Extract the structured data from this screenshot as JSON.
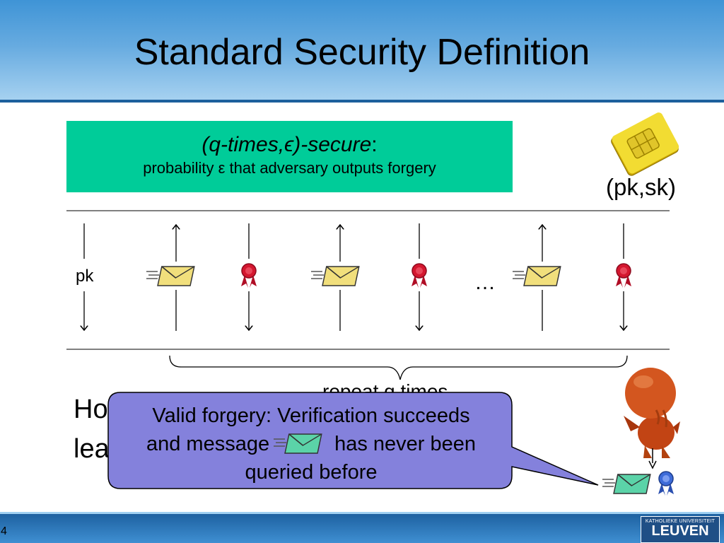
{
  "slide": {
    "title": "Standard Security Definition",
    "page_number": "4"
  },
  "definition_box": {
    "heading_italic": "(q-times,ϵ)-secure",
    "heading_colon": ":",
    "body": "probability ε that adversary outputs forgery"
  },
  "keypair_label": "(pk,sk)",
  "protocol": {
    "pk_label": "pk",
    "ellipsis": "…",
    "repeat_label": "repeat q times"
  },
  "obscured_text": {
    "line1": "Ho",
    "line2": "lea"
  },
  "callout": {
    "line1": "Valid forgery: Verification succeeds",
    "line2_before": "and message",
    "line2_after": "has never been",
    "line3": "queried before"
  },
  "logo": {
    "top": "KATHOLIEKE UNIVERSITEIT",
    "main": "LEUVEN"
  },
  "icons": {
    "smartcard": "smartcard-icon",
    "message": "envelope-icon",
    "signature": "rosette-icon",
    "adversary": "adversary-icon"
  },
  "colors": {
    "definition_box": "#00cc99",
    "callout_fill": "#8481dc",
    "title_bar": "#5aa3dd",
    "footer": "#2b73b8",
    "envelope_fill": "#f1df7c",
    "forged_envelope_fill": "#5bd3a8",
    "seal_red": "#c4122b",
    "seal_blue": "#3d6bd8"
  }
}
